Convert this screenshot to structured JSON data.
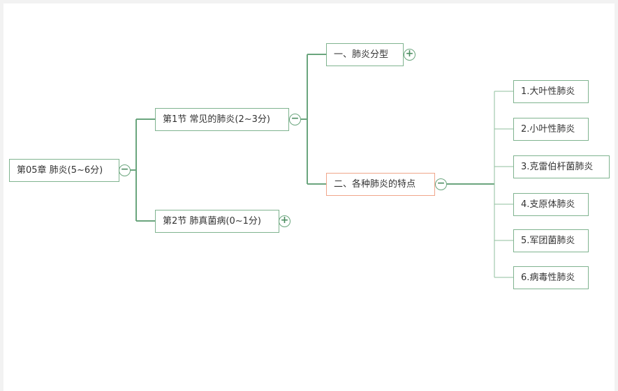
{
  "mindmap": {
    "root": {
      "label": "第05章 肺炎(5~6分)",
      "toggle": "−"
    },
    "sections": [
      {
        "label": "第1节 常见的肺炎(2~3分)",
        "toggle": "−"
      },
      {
        "label": "第2节 肺真菌病(0~1分)",
        "toggle": "+"
      }
    ],
    "topics": [
      {
        "label": "一、肺炎分型",
        "toggle": "+"
      },
      {
        "label": "二、各种肺炎的特点",
        "toggle": "−"
      }
    ],
    "leaves": [
      {
        "label": "1.大叶性肺炎"
      },
      {
        "label": "2.小叶性肺炎"
      },
      {
        "label": "3.克雷伯杆菌肺炎"
      },
      {
        "label": "4.支原体肺炎"
      },
      {
        "label": "5.军团菌肺炎"
      },
      {
        "label": "6.病毒性肺炎"
      }
    ],
    "colors": {
      "connector": "#6aa57d",
      "node_border": "#7fb38f",
      "selected_border": "#f0a58a",
      "background": "#ffffff"
    }
  }
}
